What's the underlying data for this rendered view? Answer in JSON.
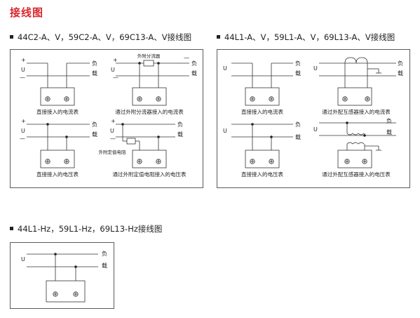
{
  "page_title": "接线图",
  "sections": [
    {
      "heading": "44C2-A、V，59C2-A、V，69C13-A、V接线图",
      "diagrams": [
        {
          "caption": "直接接入的电流表",
          "plus": "+",
          "minus": "—",
          "u": "U",
          "load1": "负",
          "load2": "载"
        },
        {
          "caption": "通过外附分流器接入的电流表",
          "plus": "+",
          "minus": "—",
          "u": "U",
          "load1": "负",
          "load2": "载",
          "component": "外附分流器"
        },
        {
          "caption": "直接接入的电压表",
          "plus": "+",
          "minus": "—",
          "u": "U",
          "load1": "负",
          "load2": "载"
        },
        {
          "caption": "通过外附定值电阻接入的电压表",
          "plus": "+",
          "minus": "—",
          "u": "U",
          "load1": "负",
          "load2": "载",
          "component": "外附定值电阻"
        }
      ]
    },
    {
      "heading": "44L1-A、V，59L1-A、V，69L13-A、V接线图",
      "diagrams": [
        {
          "caption": "直接接入的电流表",
          "u": "U",
          "load1": "负",
          "load2": "载"
        },
        {
          "caption": "通过外配互感器接入的电流表",
          "u": "U",
          "load1": "负",
          "load2": "载"
        },
        {
          "caption": "直接接入的电压表",
          "u": "U",
          "load1": "负",
          "load2": "载"
        },
        {
          "caption": "通过外配互感器接入的电压表",
          "u": "U",
          "load1": "负",
          "load2": "载"
        }
      ]
    },
    {
      "heading": "44L1-Hz，59L1-Hz，69L13-Hz接线图",
      "diagrams": [
        {
          "u": "U",
          "load1": "负",
          "load2": "载"
        }
      ]
    }
  ]
}
